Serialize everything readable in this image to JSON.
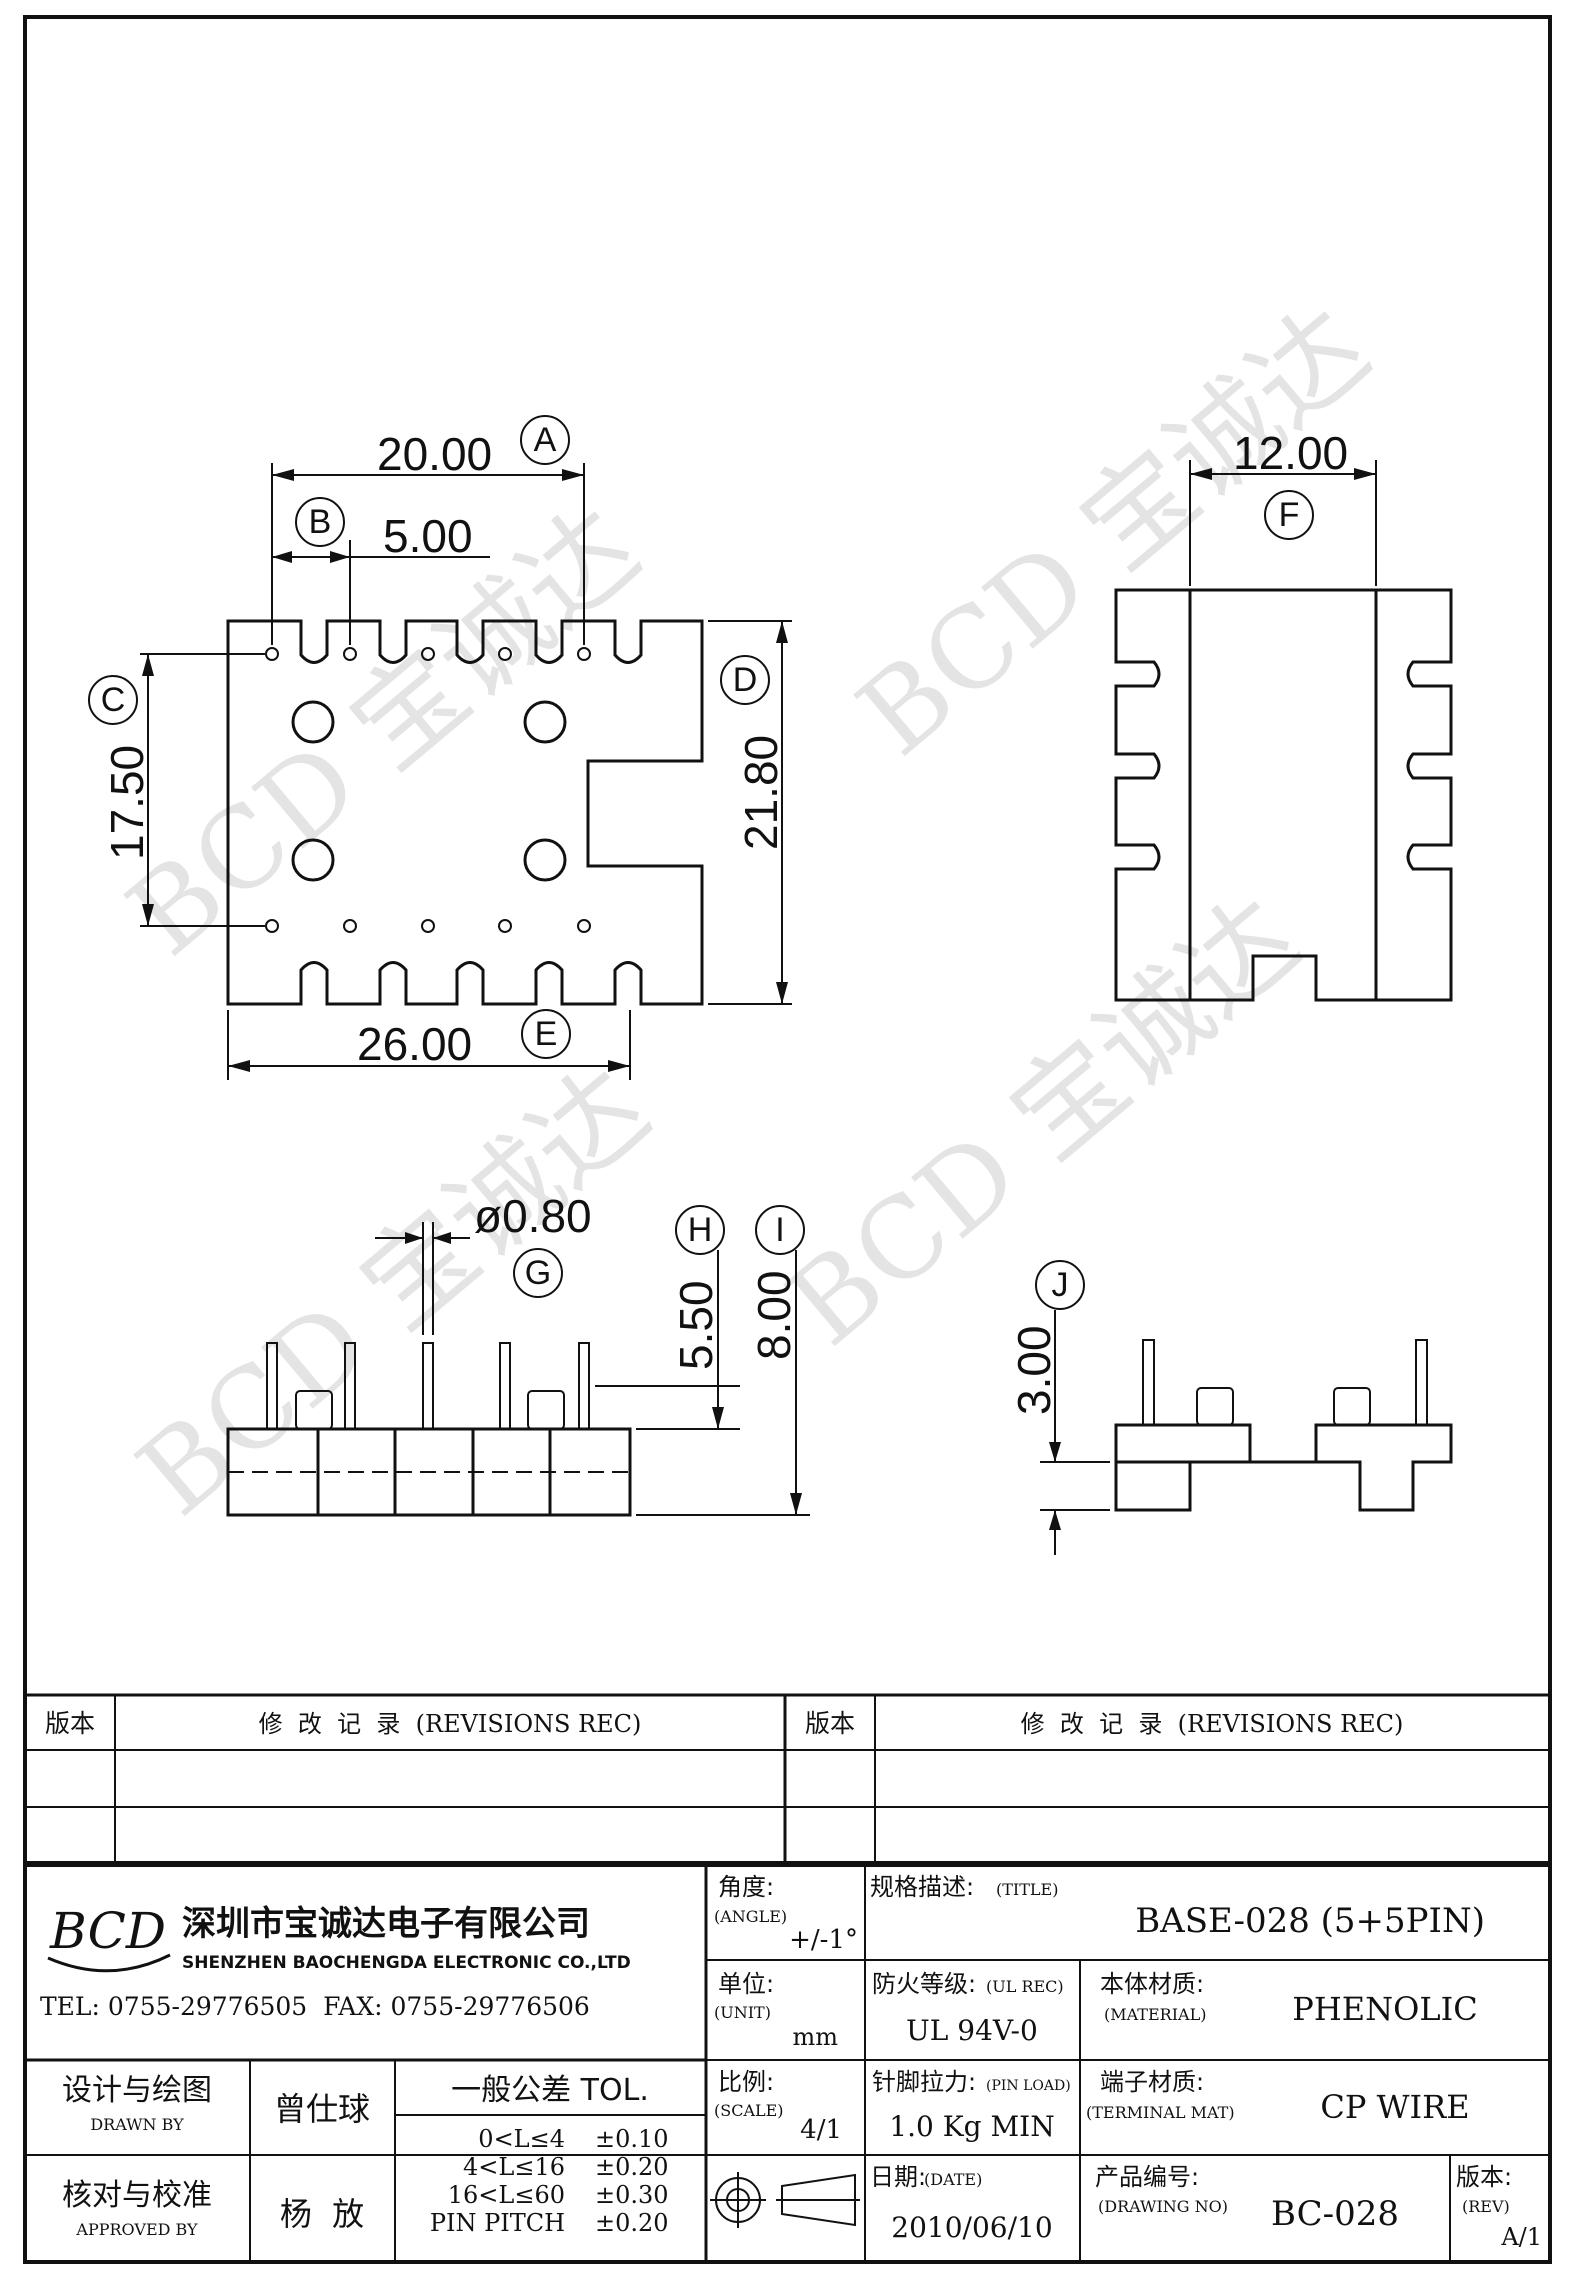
{
  "diagram": {
    "top_view": {
      "dim_A": {
        "value": "20.00",
        "tag": "A"
      },
      "dim_B": {
        "value": "5.00",
        "tag": "B"
      },
      "dim_C": {
        "value": "17.50",
        "tag": "C"
      },
      "dim_D": {
        "value": "21.80",
        "tag": "D"
      },
      "dim_E": {
        "value": "26.00",
        "tag": "E"
      }
    },
    "side_view": {
      "dim_F": {
        "value": "12.00",
        "tag": "F"
      }
    },
    "front_view": {
      "dim_G": {
        "value": "ø0.80",
        "tag": "G"
      },
      "dim_H": {
        "value": "5.50",
        "tag": "H"
      },
      "dim_I": {
        "value": "8.00",
        "tag": "I"
      }
    },
    "end_view": {
      "dim_J": {
        "value": "3.00",
        "tag": "J"
      }
    }
  },
  "revisions": {
    "col_version": "版本",
    "col_record": "修  改  记  录  (REVISIONS REC)"
  },
  "company": {
    "name_cn": "深圳市宝诚达电子有限公司",
    "name_en": "SHENZHEN BAOCHENGDA ELECTRONIC CO.,LTD",
    "contact": "TEL: 0755-29776505  FAX: 0755-29776506",
    "logo_text": "BCD"
  },
  "title_block": {
    "angle": {
      "label_cn": "角度:",
      "label_en": "(ANGLE)",
      "value": "+/-1°"
    },
    "title": {
      "label_cn": "规格描述:",
      "label_en": "(TITLE)",
      "value": "BASE-028 (5+5PIN)"
    },
    "unit": {
      "label_cn": "单位:",
      "label_en": "(UNIT)",
      "value": "mm"
    },
    "ul_rec": {
      "label_cn": "防火等级:",
      "label_en": "(UL REC)",
      "value": "UL 94V-0"
    },
    "material": {
      "label_cn": "本体材质:",
      "label_en": "(MATERIAL)",
      "value": "PHENOLIC"
    },
    "scale": {
      "label_cn": "比例:",
      "label_en": "(SCALE)",
      "value": "4/1"
    },
    "pin_load": {
      "label_cn": "针脚拉力:",
      "label_en": "(PIN LOAD)",
      "value": "1.0 Kg MIN"
    },
    "terminal": {
      "label_cn": "端子材质:",
      "label_en": "(TERMINAL MAT)",
      "value": "CP WIRE"
    },
    "date": {
      "label_cn": "日期:",
      "label_en": "(DATE)",
      "value": "2010/06/10"
    },
    "drawing_no": {
      "label_cn": "产品编号:",
      "label_en": "(DRAWING NO)",
      "value": "BC-028"
    },
    "rev": {
      "label_cn": "版本:",
      "label_en": "(REV)",
      "value": "A/1"
    },
    "drawn": {
      "label_cn": "设计与绘图",
      "label_en": "DRAWN BY",
      "name": "曾仕球"
    },
    "approved": {
      "label_cn": "核对与校准",
      "label_en": "APPROVED BY",
      "name": "杨  放"
    },
    "tolerance": {
      "header": "一般公差 TOL.",
      "rows": [
        {
          "range": "0<L≤4",
          "value": "±0.10"
        },
        {
          "range": "4<L≤16",
          "value": "±0.20"
        },
        {
          "range": "16<L≤60",
          "value": "±0.30"
        },
        {
          "range": "PIN PITCH",
          "value": "±0.20"
        }
      ]
    }
  }
}
